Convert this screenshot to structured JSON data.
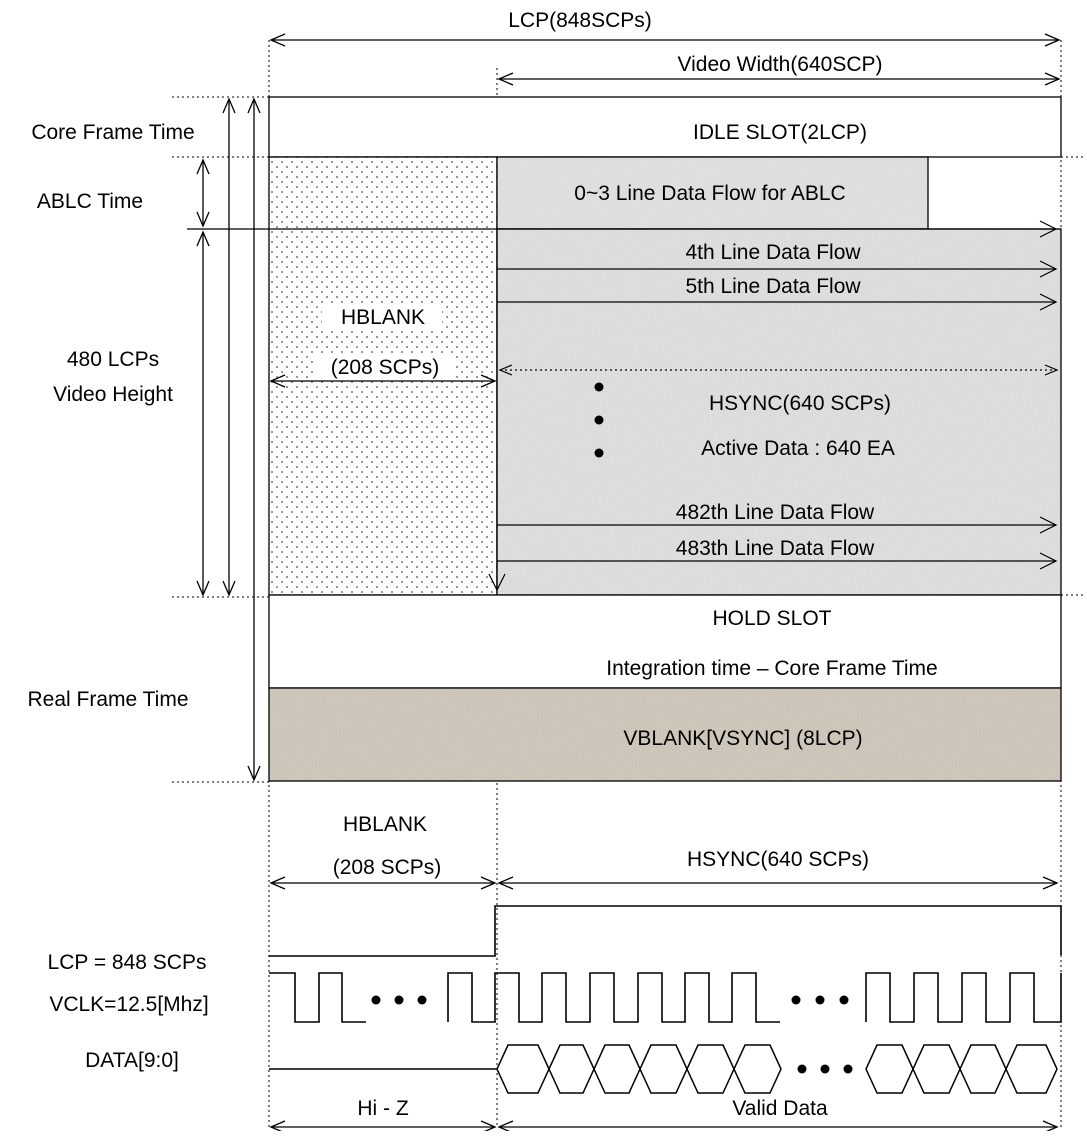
{
  "top": {
    "lcp_label": "LCP(848SCPs)",
    "video_width_label": "Video Width(640SCP)"
  },
  "left_labels": {
    "core_frame_time": "Core Frame Time",
    "ablc_time": "ABLC Time",
    "video_height_line1": "480 LCPs",
    "video_height_line2": "Video Height",
    "real_frame_time": "Real Frame Time"
  },
  "frame": {
    "idle_slot": "IDLE SLOT(2LCP)",
    "ablc_flow": "0~3 Line Data Flow for ABLC",
    "line4": "4th Line Data Flow",
    "line5": "5th Line Data Flow",
    "hblank_line1": "HBLANK",
    "hblank_line2": "(208 SCPs)",
    "hsync": "HSYNC(640 SCPs)",
    "active_data": "Active Data : 640 EA",
    "line482": "482th Line Data Flow",
    "line483": "483th Line Data Flow",
    "hold_slot": "HOLD SLOT",
    "integration": "Integration time – Core Frame Time",
    "vblank": "VBLANK[VSYNC] (8LCP)"
  },
  "timing": {
    "hblank_line1": "HBLANK",
    "hblank_line2": "(208 SCPs)",
    "hsync": "HSYNC(640 SCPs)",
    "lcp_label": "LCP = 848 SCPs",
    "vclk_label": "VCLK=12.5[Mhz]",
    "data_label": "DATA[9:0]",
    "hiz_label": "Hi - Z",
    "valid_label": "Valid Data"
  },
  "colors": {
    "stipple_bg": "#e6e6e6",
    "vblank_bg": "#d6cfc3",
    "line": "#000000"
  }
}
